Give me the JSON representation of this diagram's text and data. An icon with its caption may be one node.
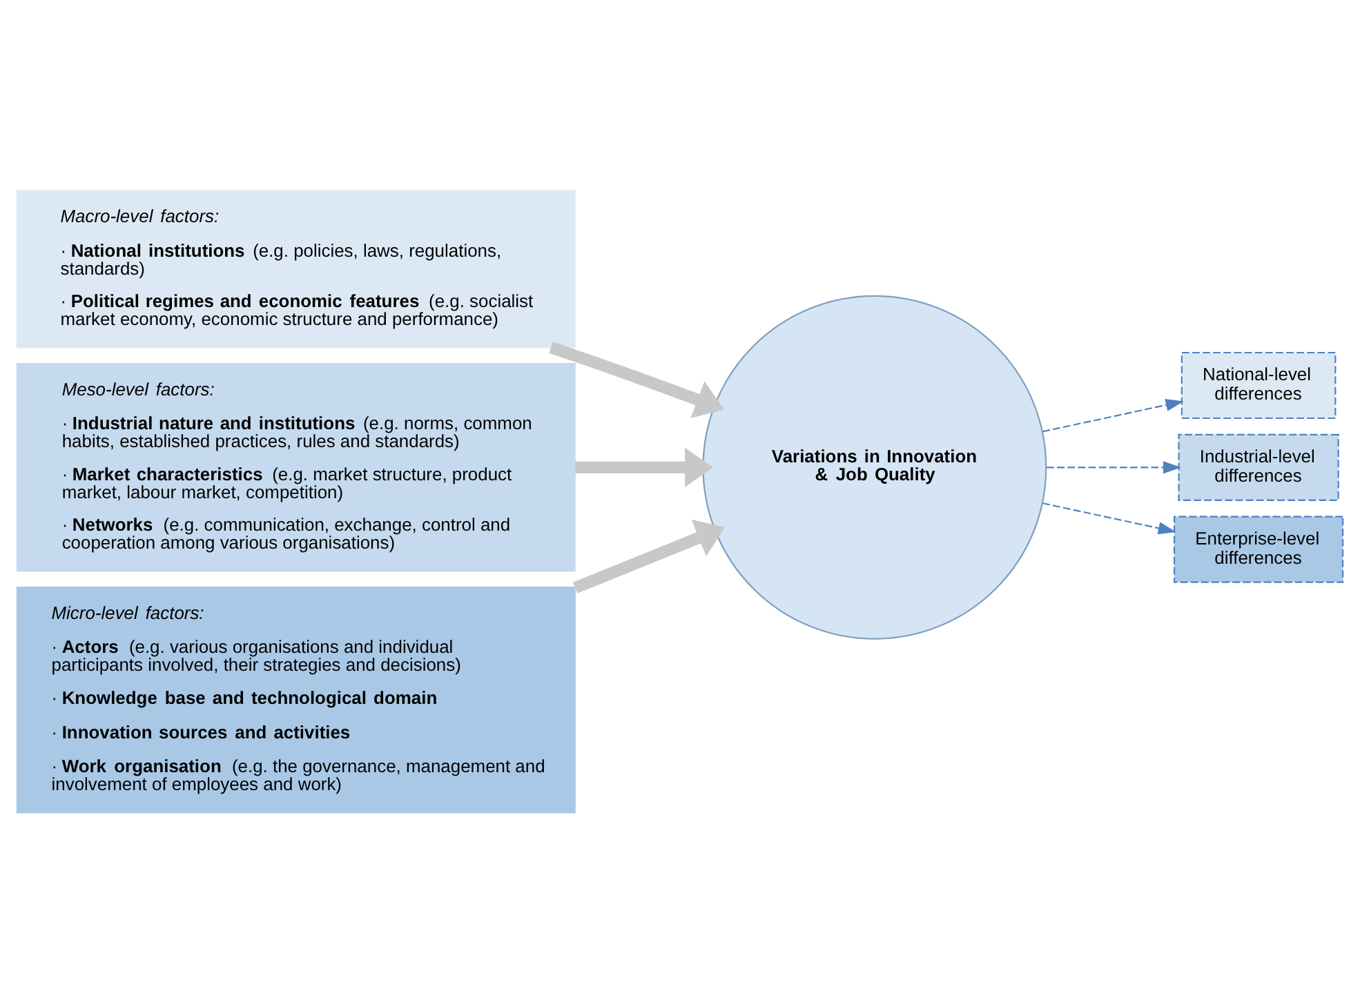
{
  "diagram": {
    "nodes": [
      {
        "text": [
          "Macro-level factors:",
          "· **National institutions** (e.g. policies, laws, regulations, standards)",
          "· **Political regimes and economic features** (e.g. socialist market economy, economic structure and performance)"
        ]
      },
      {
        "text": [
          "Meso-level factors:",
          "· **Industrial nature and institutions** (e.g. norms, common habits, established practices, rules and standards)",
          "· **Market characteristics** (e.g. market structure, product market, labour market, competition)",
          "· **Networks** (e.g. communication, exchange, control and cooperation among various organisations)"
        ]
      },
      {
        "text": [
          "Micro-level factors:",
          "· **Actors** (e.g. various organisations and individual participants involved, their strategies and decisions)",
          "· **Knowledge base and technological domain**",
          "· **Innovation sources and activities**",
          "· **Work organisation** (e.g. the governance, management and involvement of employees and work)"
        ]
      },
      {
        "text": [
          "Variations in Innovation & Job Quality"
        ]
      },
      {
        "text": [
          "National-level differences"
        ]
      },
      {
        "text": [
          "Industrial-level differences"
        ]
      },
      {
        "text": [
          "Enterprise-level differences"
        ]
      }
    ],
    "edges": [
      {
        "from": 0,
        "to": 3,
        "arrow": "to",
        "style": "thick"
      },
      {
        "from": 1,
        "to": 3,
        "arrow": "to",
        "style": "thick"
      },
      {
        "from": 2,
        "to": 3,
        "arrow": "to",
        "style": "thick"
      },
      {
        "from": 3,
        "to": 4,
        "arrow": "to",
        "style": "dashed",
        "color": "#4f81bd"
      },
      {
        "from": 3,
        "to": 5,
        "arrow": "to",
        "style": "dashed",
        "color": "#4f81bd"
      },
      {
        "from": 3,
        "to": 6,
        "arrow": "to",
        "style": "dashed",
        "color": "#4f81bd"
      }
    ]
  }
}
